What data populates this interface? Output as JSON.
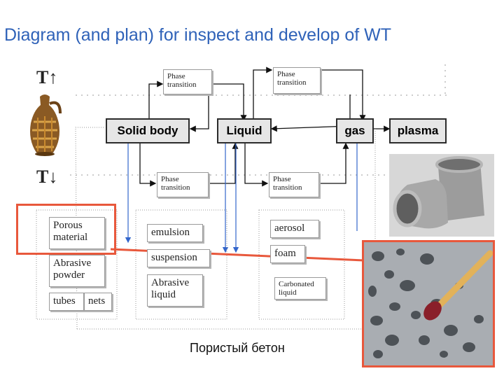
{
  "title": "Diagram (and plan) for inspect and develop of WT",
  "temps": {
    "up": "T↑",
    "down": "T↓"
  },
  "states": {
    "solid": "Solid body",
    "liquid": "Liquid",
    "gas": "gas",
    "plasma": "plasma"
  },
  "phase_transition": "Phase transition",
  "solid_group": {
    "porous": "Porous material",
    "abrasive_powder": "Abrasive powder",
    "tubes": "tubes",
    "nets": "nets"
  },
  "liquid_group": {
    "emulsion": "emulsion",
    "suspension": "suspension",
    "abrasive_liquid": "Abrasive liquid"
  },
  "gas_group": {
    "aerosol": "aerosol",
    "foam": "foam",
    "carbonated": "Carbonated liquid"
  },
  "caption": "Пористый бетон",
  "colors": {
    "title": "#2f62b8",
    "highlight": "#e8583c",
    "connector": "#3366cc"
  }
}
